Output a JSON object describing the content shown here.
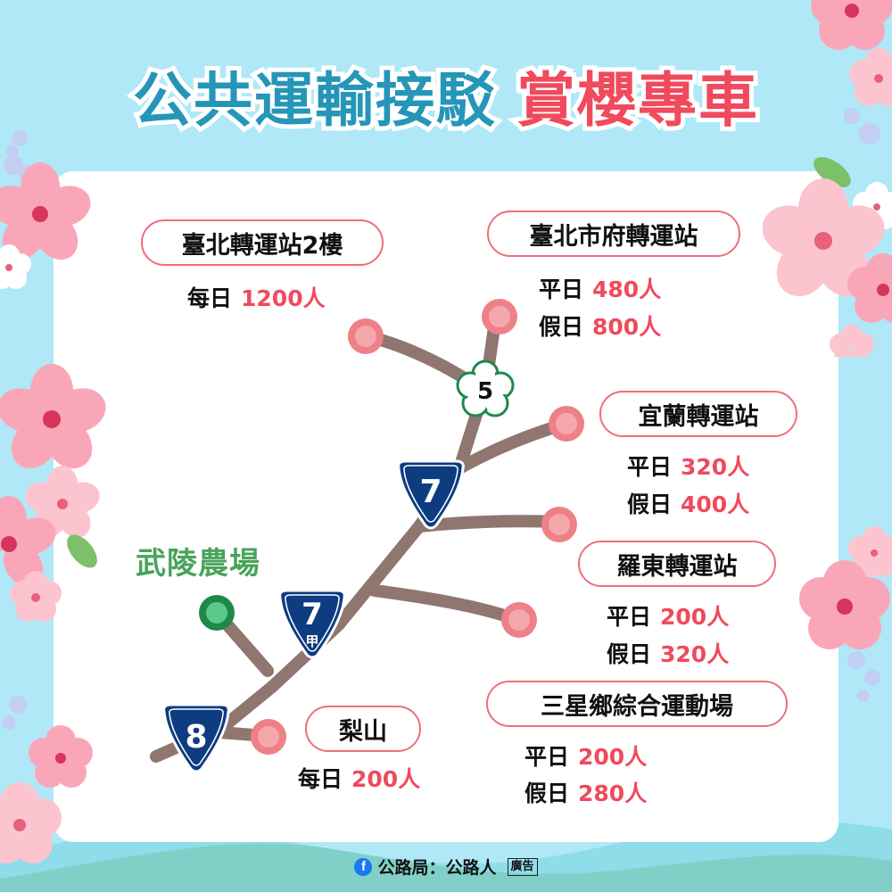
{
  "title": {
    "part1": "公共運輸接駁",
    "part2": "賞櫻專車",
    "color1": "#2596b8",
    "color2": "#f04a5c"
  },
  "destination": {
    "label": "武陵農場",
    "color": "#4aa35c"
  },
  "route_shields": [
    {
      "id": "5",
      "label": "5",
      "shape": "plum-blossom"
    },
    {
      "id": "7",
      "label": "7",
      "shape": "provincial-highway-shield"
    },
    {
      "id": "7a",
      "label": "7",
      "sub": "甲",
      "shape": "provincial-highway-shield"
    },
    {
      "id": "8",
      "label": "8",
      "shape": "provincial-highway-shield"
    }
  ],
  "stations": [
    {
      "name": "臺北轉運站2樓",
      "rows": [
        {
          "day": "每日",
          "count": "1200人"
        }
      ]
    },
    {
      "name": "臺北市府轉運站",
      "rows": [
        {
          "day": "平日",
          "count": "480人"
        },
        {
          "day": "假日",
          "count": "800人"
        }
      ]
    },
    {
      "name": "宜蘭轉運站",
      "rows": [
        {
          "day": "平日",
          "count": "320人"
        },
        {
          "day": "假日",
          "count": "400人"
        }
      ]
    },
    {
      "name": "羅東轉運站",
      "rows": [
        {
          "day": "平日",
          "count": "200人"
        },
        {
          "day": "假日",
          "count": "320人"
        }
      ]
    },
    {
      "name": "三星鄉綜合運動場",
      "rows": [
        {
          "day": "平日",
          "count": "200人"
        },
        {
          "day": "假日",
          "count": "280人"
        }
      ]
    },
    {
      "name": "梨山",
      "rows": [
        {
          "day": "每日",
          "count": "200人"
        }
      ]
    }
  ],
  "footer": {
    "icon": "facebook-icon",
    "fb_glyph": "f",
    "text": "公路局：公路人",
    "ad_label": "廣告"
  },
  "colors": {
    "sky": "#b0e8f8",
    "road": "#8f7770",
    "node": "#ee8088",
    "node_inner": "#f4a8ae",
    "shield": "#0d3c80",
    "green_node": "#1e8a48"
  }
}
